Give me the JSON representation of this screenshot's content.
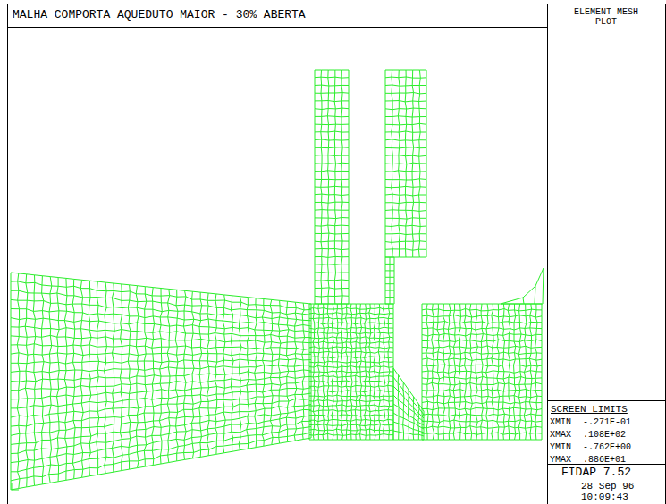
{
  "diagram": {
    "title": "MALHA COMPORTA AQUEDUTO MAIOR - 30% ABERTA",
    "labels": [
      "ELEMENT MESH PLOT",
      "SCREEN LIMITS",
      "XMIN",
      "-.271E-01",
      "XMAX",
      ".108E+02",
      "YMIN",
      "-.762E+00",
      "YMAX",
      ".886E+01",
      "FIDAP 7.52",
      "28 Sep 96",
      "10:09:43"
    ]
  }
}
